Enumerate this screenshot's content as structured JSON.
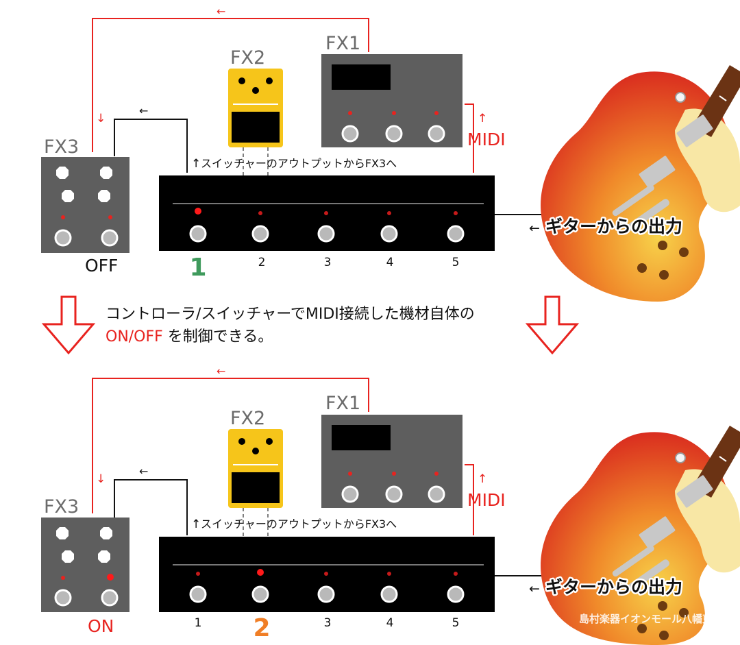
{
  "colors": {
    "accent_red": "#e8231f",
    "line_black": "#111111",
    "pedal_gray": "#5e5e5e",
    "switch_gray": "#b9b9b9",
    "fx2_yellow": "#f6c51a",
    "label_gray": "#6b6b6b",
    "green": "#3f9a5c",
    "orange": "#f07e26"
  },
  "labels": {
    "fx1": "FX1",
    "fx2": "FX2",
    "fx3": "FX3",
    "midi": "MIDI",
    "output_note": "スイッチャーのアウトプットからFX3へ",
    "guitar_output": "ギターからの出力"
  },
  "top_panel": {
    "fx3_state": "OFF",
    "active_switch": "1",
    "switch_numbers": [
      "1",
      "2",
      "3",
      "4",
      "5"
    ]
  },
  "middle": {
    "line1": "コントローラ/スイッチャーでMIDI接続した機材自体の",
    "line2_highlight": "ON/OFF",
    "line2_rest": " を制御できる。"
  },
  "bottom_panel": {
    "fx3_state": "ON",
    "active_switch": "2",
    "switch_numbers": [
      "1",
      "2",
      "3",
      "4",
      "5"
    ]
  },
  "watermark": "島村楽器イオンモール八幡東店"
}
